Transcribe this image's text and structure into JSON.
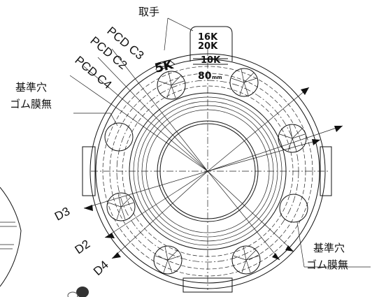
{
  "labels": {
    "handle": "取手",
    "pcd_c3": "PCD C3",
    "pcd_c2": "PCD C2",
    "pcd_c4": "PCD C4",
    "ref_hole_1": "基準穴",
    "no_rubber_1": "ゴム膜無",
    "ref_hole_2": "基準穴",
    "no_rubber_2": "ゴム膜無",
    "d3": "D3",
    "d2": "D2",
    "d4": "D4"
  },
  "tags": {
    "k16": "16K",
    "k20": "20K",
    "k10": "10K",
    "k5": "5K",
    "size": "80",
    "size_unit": "mm"
  }
}
